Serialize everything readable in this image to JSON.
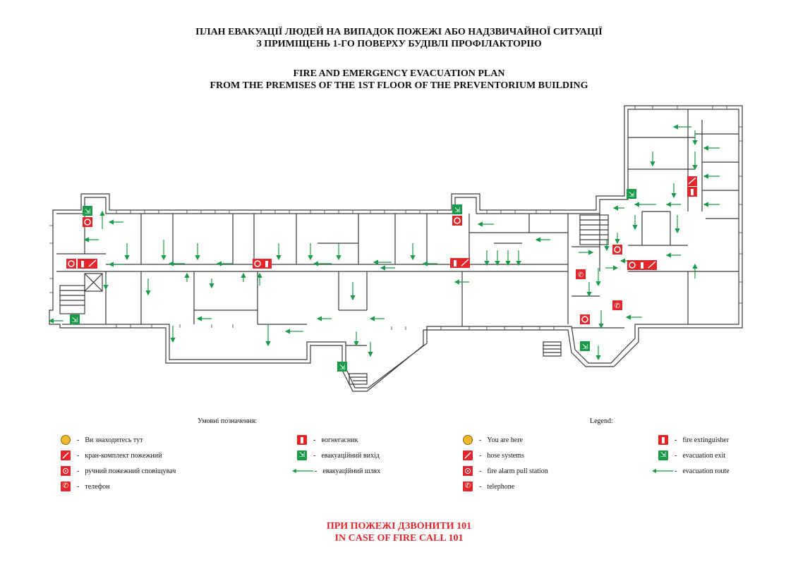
{
  "title": {
    "uk_line1": "ПЛАН ЕВАКУАЦІЇ ЛЮДЕЙ НА ВИПАДОК ПОЖЕЖІ АБО НАДЗВИЧАЙНОЇ СИТУАЦІЇ",
    "uk_line2": "З ПРИМІЩЕНЬ 1-ГО ПОВЕРХУ БУДІВЛІ ПРОФІЛАКТОРІЮ",
    "en_line1": "FIRE AND EMERGENCY EVACUATION PLAN",
    "en_line2": "FROM THE PREMISES OF THE 1ST FLOOR OF THE PREVENTORIUM BUILDING"
  },
  "colors": {
    "wall": "#3a3a3a",
    "fire_red": "#e3262c",
    "exit_green": "#1a9a4a",
    "route_green": "#1a9a4a",
    "you_are_here": "#f4b82a"
  },
  "legend": {
    "uk_heading": "Умовні позначення:",
    "en_heading": "Legend:",
    "uk_items": [
      {
        "icon": "you-are-here-icon",
        "label": "Ви знаходитесь тут"
      },
      {
        "icon": "hose-system-icon",
        "label": "кран-комплект пожежний"
      },
      {
        "icon": "fire-alarm-icon",
        "label": "ручний пожежний сповіщувач"
      },
      {
        "icon": "telephone-icon",
        "label": "телефон"
      },
      {
        "icon": "fire-extinguisher-icon",
        "label": "вогнегасник"
      },
      {
        "icon": "evacuation-exit-icon",
        "label": "евакуаційний вихід"
      },
      {
        "icon": "evacuation-route-icon",
        "label": "евакуаційний шлях"
      }
    ],
    "en_items": [
      {
        "icon": "you-are-here-icon",
        "label": "You are here"
      },
      {
        "icon": "hose-system-icon",
        "label": "hose systems"
      },
      {
        "icon": "fire-alarm-icon",
        "label": "fire alarm pull station"
      },
      {
        "icon": "telephone-icon",
        "label": "telephone"
      },
      {
        "icon": "fire-extinguisher-icon",
        "label": "fire extinguisher"
      },
      {
        "icon": "evacuation-exit-icon",
        "label": "evacuation exit"
      },
      {
        "icon": "evacuation-route-icon",
        "label": "evacuation route"
      }
    ],
    "separator": "-"
  },
  "emergency": {
    "uk": "ПРИ ПОЖЕЖІ ДЗВОНИТИ 101",
    "en": "IN CASE OF FIRE CALL 101"
  }
}
